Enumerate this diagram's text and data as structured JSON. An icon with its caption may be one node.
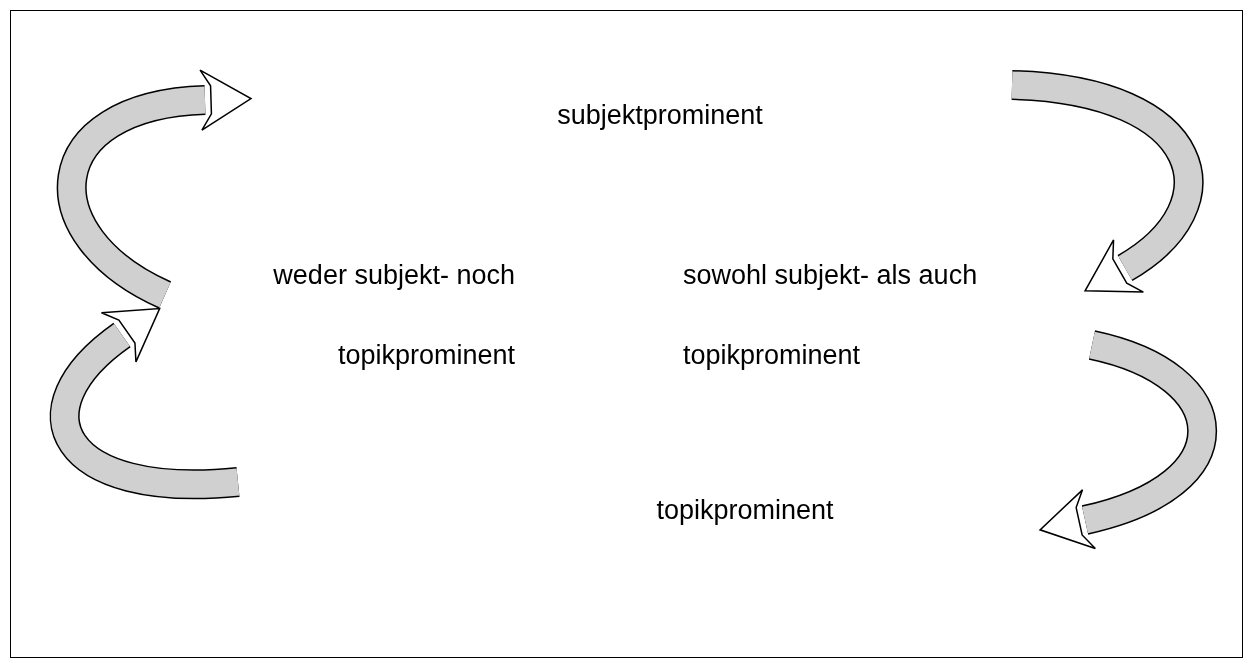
{
  "diagram": {
    "nodes": [
      {
        "text": [
          "subjektprominent"
        ]
      },
      {
        "text": [
          "weder subjekt- noch topikprominent"
        ]
      },
      {
        "text": [
          "sowohl subjekt- als auch topikprominent"
        ]
      },
      {
        "text": [
          "topikprominent"
        ]
      }
    ]
  }
}
